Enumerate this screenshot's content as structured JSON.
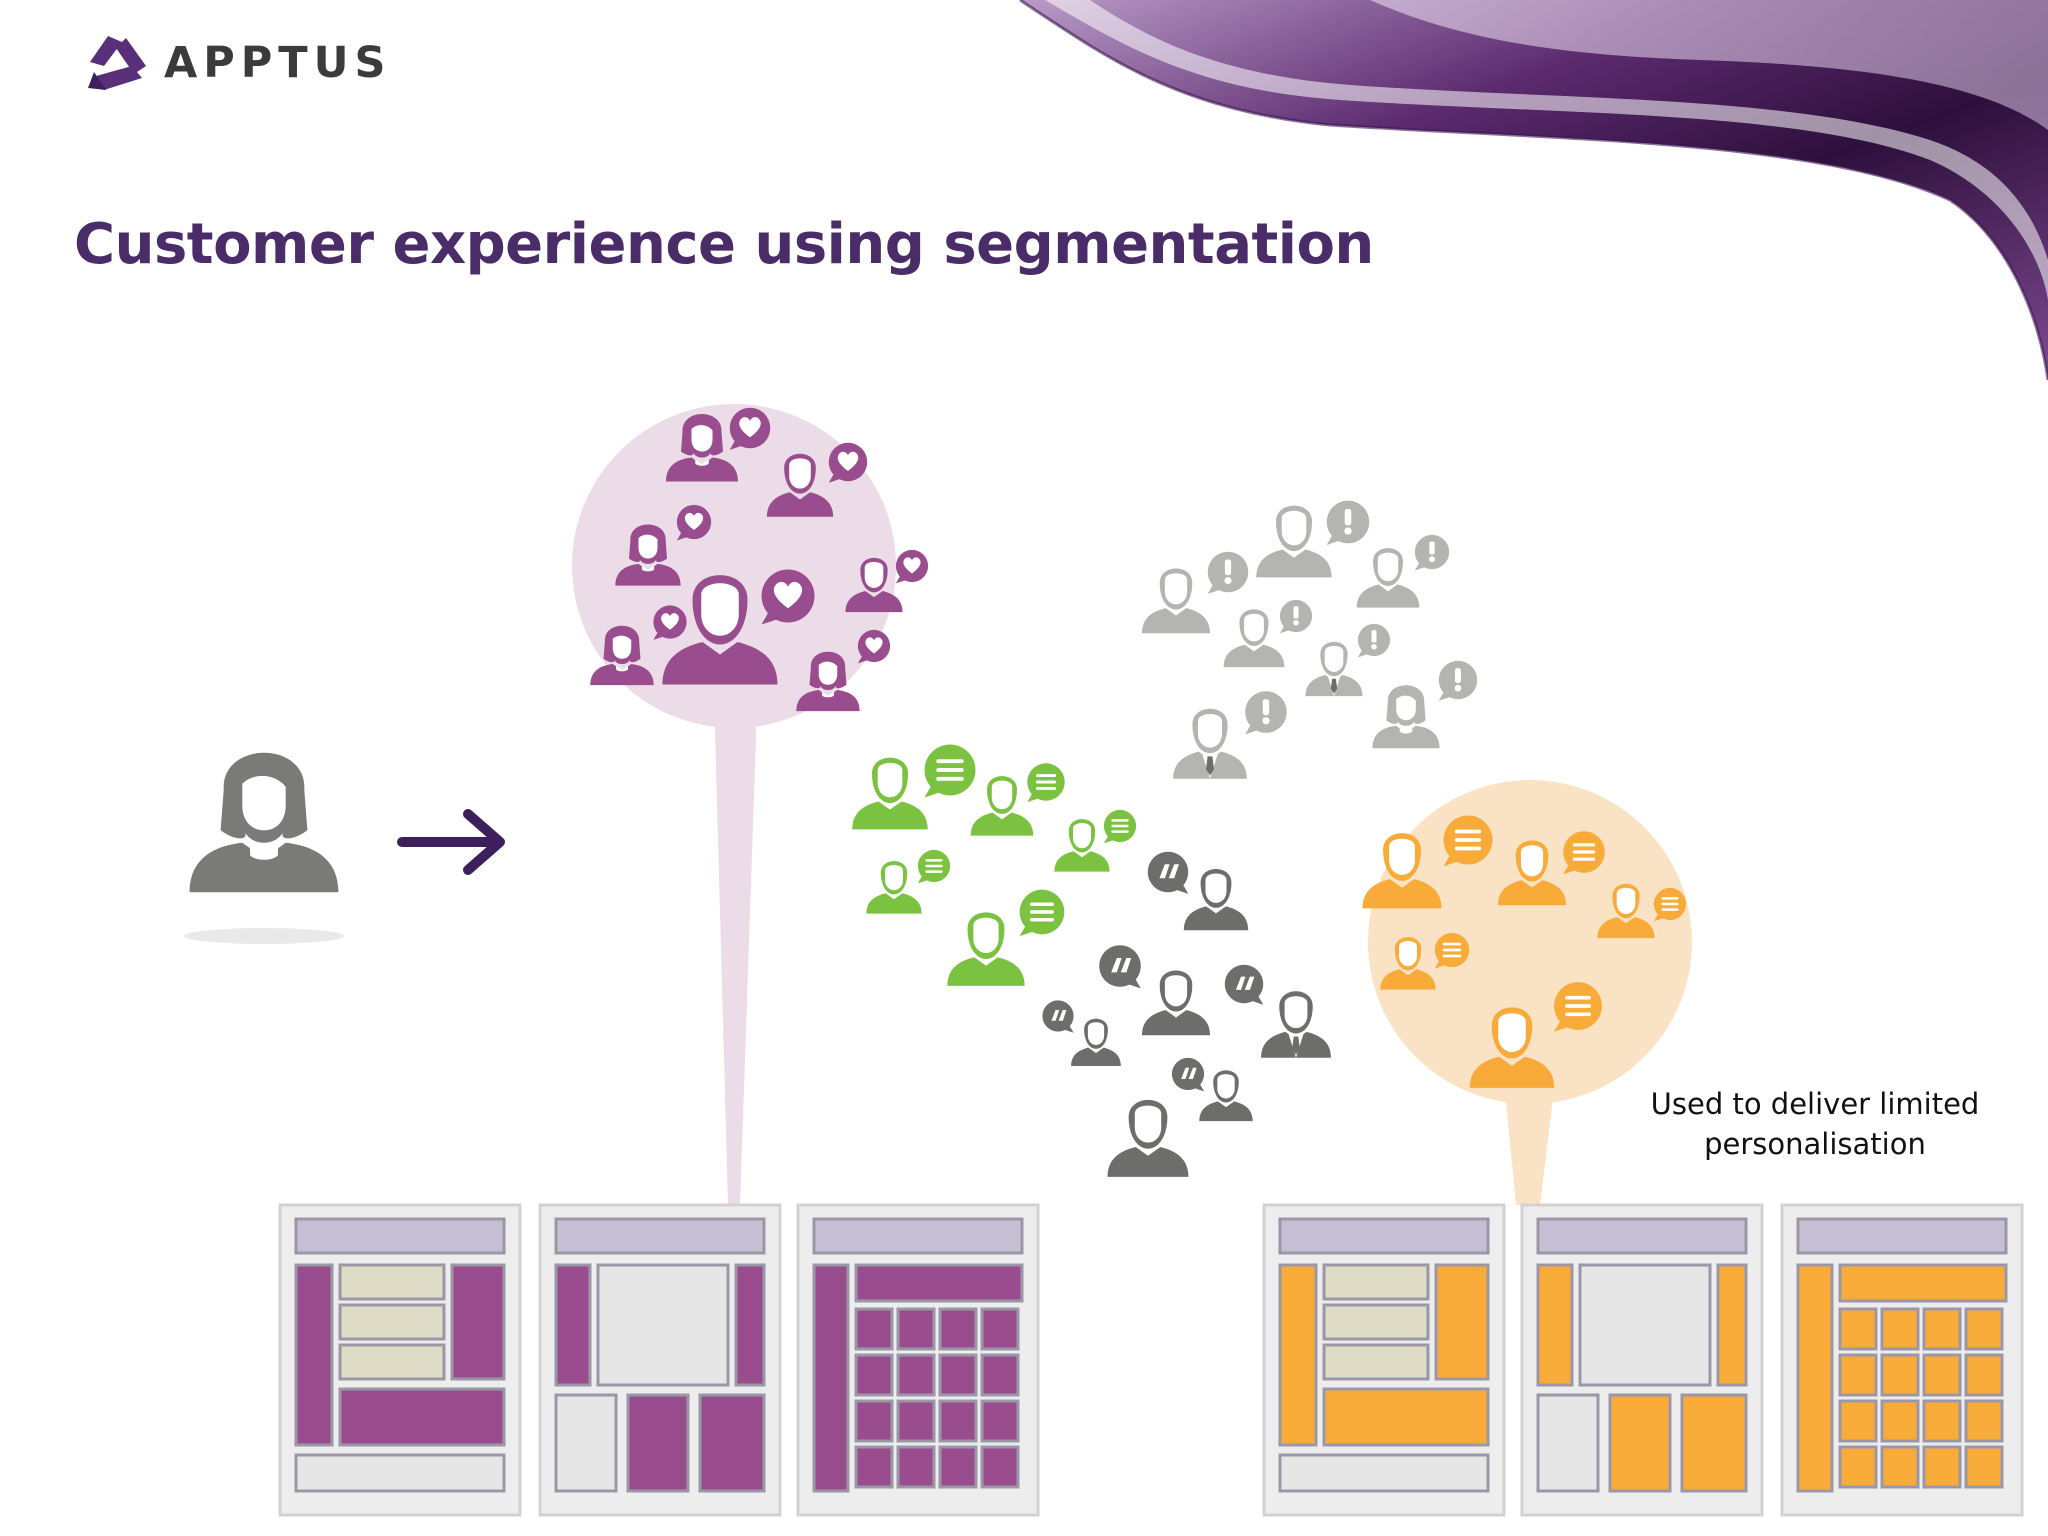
{
  "brand": {
    "name": "APPTUS"
  },
  "slide": {
    "title": "Customer experience using segmentation",
    "caption_line1": "Used to deliver limited",
    "caption_line2": "personalisation"
  },
  "colors": {
    "title": "#4a2c68",
    "purple": "#9a4d8e",
    "green": "#7cc241",
    "orange": "#f9ab3a",
    "gray_light": "#b4b4b0",
    "gray_dark": "#6d6d6b",
    "person": "#7a7a78",
    "arrow": "#3d1f5c",
    "header_bar": "#c4bfd3",
    "panel_bg": "#e6e6e6",
    "frame": "#9b97a6",
    "beige": "#dedcc6"
  },
  "segments": [
    {
      "id": "segment-purple",
      "badge": "heart-icon"
    },
    {
      "id": "segment-gray-alert",
      "badge": "exclamation-icon"
    },
    {
      "id": "segment-green",
      "badge": "list-icon"
    },
    {
      "id": "segment-dark-quote",
      "badge": "quote-icon"
    },
    {
      "id": "segment-orange",
      "badge": "list-icon"
    }
  ],
  "templates": {
    "purple_count": 3,
    "orange_count": 3
  }
}
